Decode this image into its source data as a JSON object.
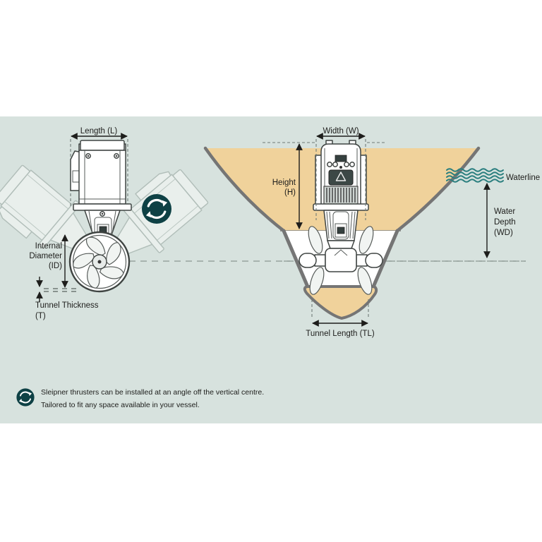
{
  "colors": {
    "background": "#ffffff",
    "panel": "#d7e2de",
    "hull_sand": "#f0d29b",
    "hull_outline": "#757575",
    "accent_teal_dark": "#0e4145",
    "wave_teal": "#2b7f7f",
    "ink": "#1d1d1b"
  },
  "left_diagram": {
    "length_label": "Length (L)",
    "internal_diameter_lines": [
      "Internal",
      "Diameter",
      "(ID)"
    ],
    "tunnel_thickness_lines": [
      "Tunnel Thickness",
      "(T)"
    ]
  },
  "right_diagram": {
    "width_label": "Width (W)",
    "height_lines": [
      "Height",
      "(H)"
    ],
    "waterline_label": "Waterline",
    "water_depth_lines": [
      "Water",
      "Depth",
      "(WD)"
    ],
    "tunnel_length_label": "Tunnel Length (TL)"
  },
  "footnote": {
    "line1": "Sleipner thrusters can be installed at an angle off the vertical centre.",
    "line2": "Tailored to fit any space available in your vessel."
  }
}
